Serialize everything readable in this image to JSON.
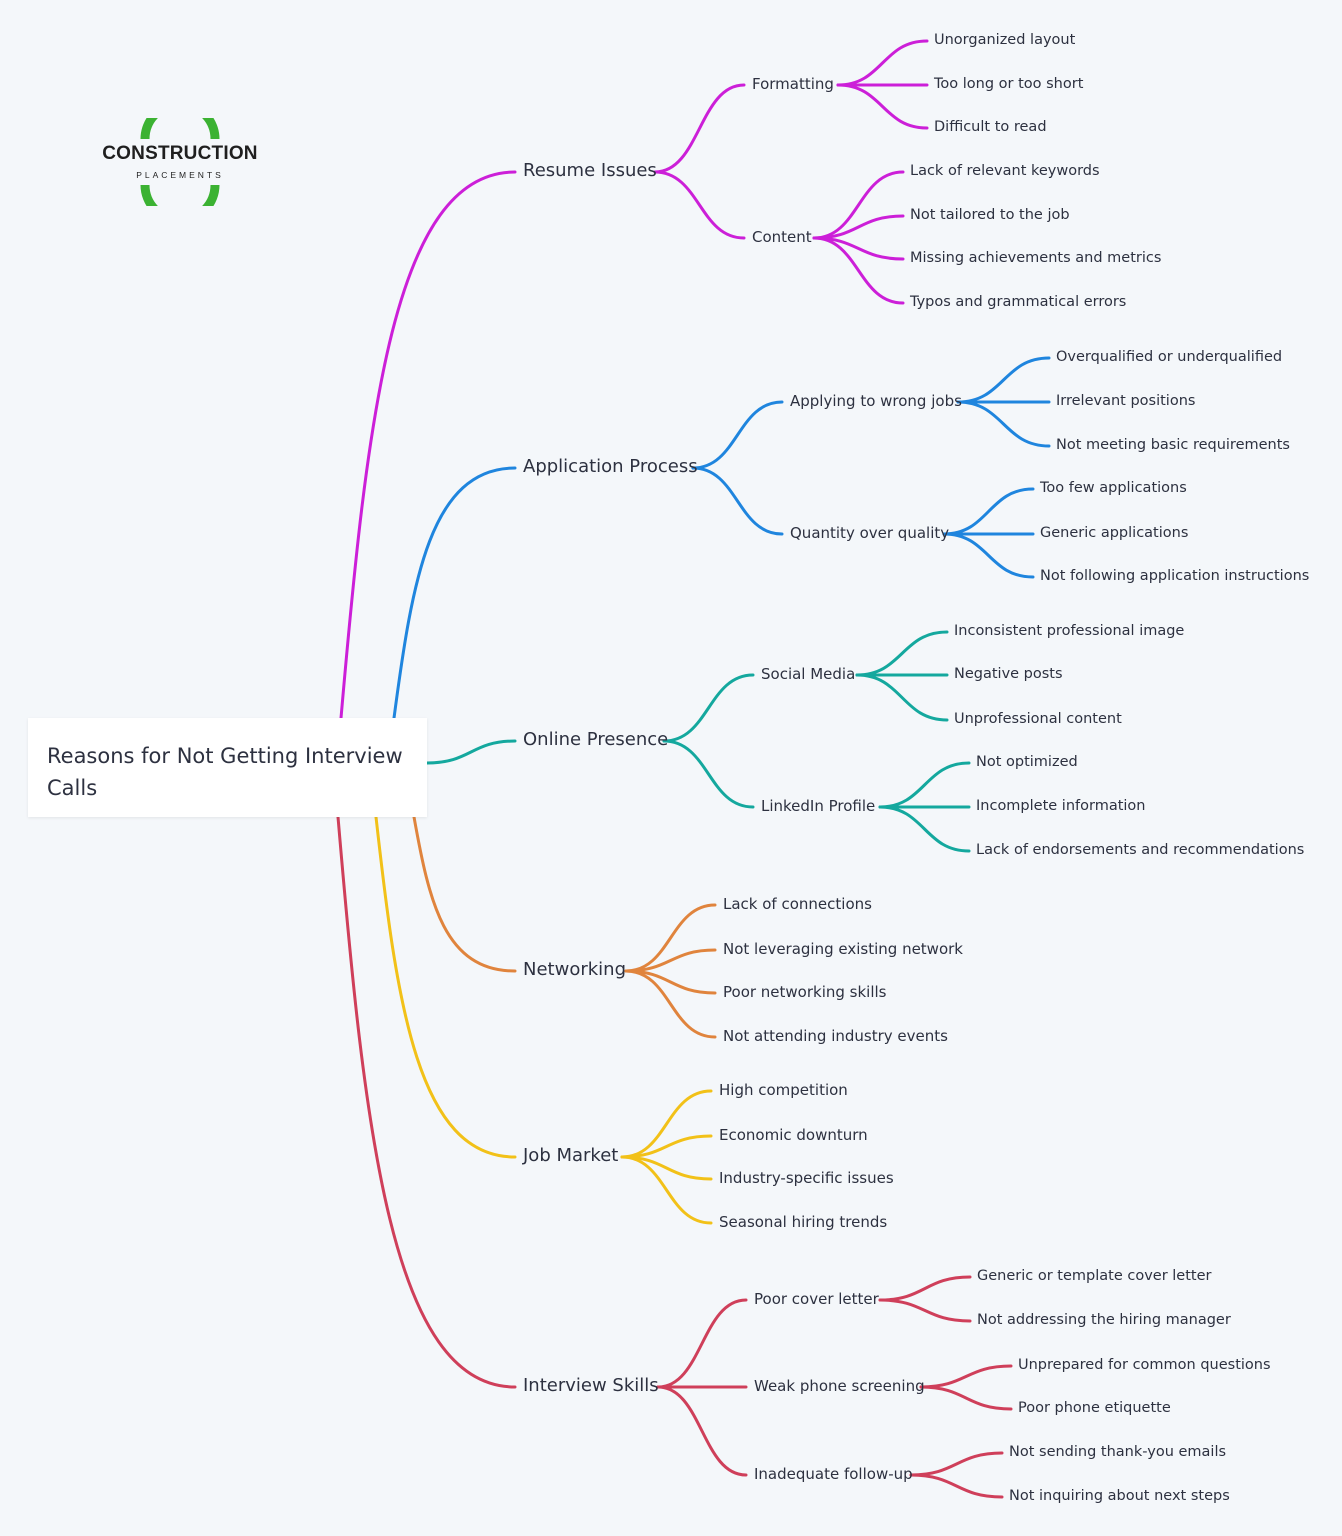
{
  "logo": {
    "brand": "CONSTRUCTION",
    "sub": "PLACEMENTS",
    "ring_color": "#3bb232"
  },
  "root": {
    "label": "Reasons for Not Getting Interview Calls"
  },
  "branches": [
    {
      "label": "Resume Issues",
      "color": "#cc1fd8",
      "children": [
        {
          "label": "Formatting",
          "children": [
            "Unorganized layout",
            "Too long or too short",
            "Difficult to read"
          ]
        },
        {
          "label": "Content",
          "children": [
            "Lack of relevant keywords",
            "Not tailored to the job",
            "Missing achievements and metrics",
            "Typos and grammatical errors"
          ]
        }
      ]
    },
    {
      "label": "Application Process",
      "color": "#1f85de",
      "children": [
        {
          "label": "Applying to wrong jobs",
          "children": [
            "Overqualified or underqualified",
            "Irrelevant positions",
            "Not meeting basic requirements"
          ]
        },
        {
          "label": "Quantity over quality",
          "children": [
            "Too few applications",
            "Generic applications",
            "Not following application instructions"
          ]
        }
      ]
    },
    {
      "label": "Online Presence",
      "color": "#14a89e",
      "children": [
        {
          "label": "Social Media",
          "children": [
            "Inconsistent professional image",
            "Negative posts",
            "Unprofessional content"
          ]
        },
        {
          "label": "LinkedIn Profile",
          "children": [
            "Not optimized",
            "Incomplete information",
            "Lack of endorsements and recommendations"
          ]
        }
      ]
    },
    {
      "label": "Networking",
      "color": "#e0843d",
      "children": [
        {
          "label": "Lack of connections"
        },
        {
          "label": "Not leveraging existing network"
        },
        {
          "label": "Poor networking skills"
        },
        {
          "label": "Not attending industry events"
        }
      ]
    },
    {
      "label": "Job Market",
      "color": "#f2c118",
      "children": [
        {
          "label": "High competition"
        },
        {
          "label": "Economic downturn"
        },
        {
          "label": "Industry-specific issues"
        },
        {
          "label": "Seasonal hiring trends"
        }
      ]
    },
    {
      "label": "Interview Skills",
      "color": "#cf3f5a",
      "children": [
        {
          "label": "Poor cover letter",
          "children": [
            "Generic or template cover letter",
            "Not addressing the hiring manager"
          ]
        },
        {
          "label": "Weak phone screening",
          "children": [
            "Unprepared for common questions",
            "Poor phone etiquette"
          ]
        },
        {
          "label": "Inadequate follow-up",
          "children": [
            "Not sending thank-you emails",
            "Not inquiring about next steps"
          ]
        }
      ]
    }
  ]
}
